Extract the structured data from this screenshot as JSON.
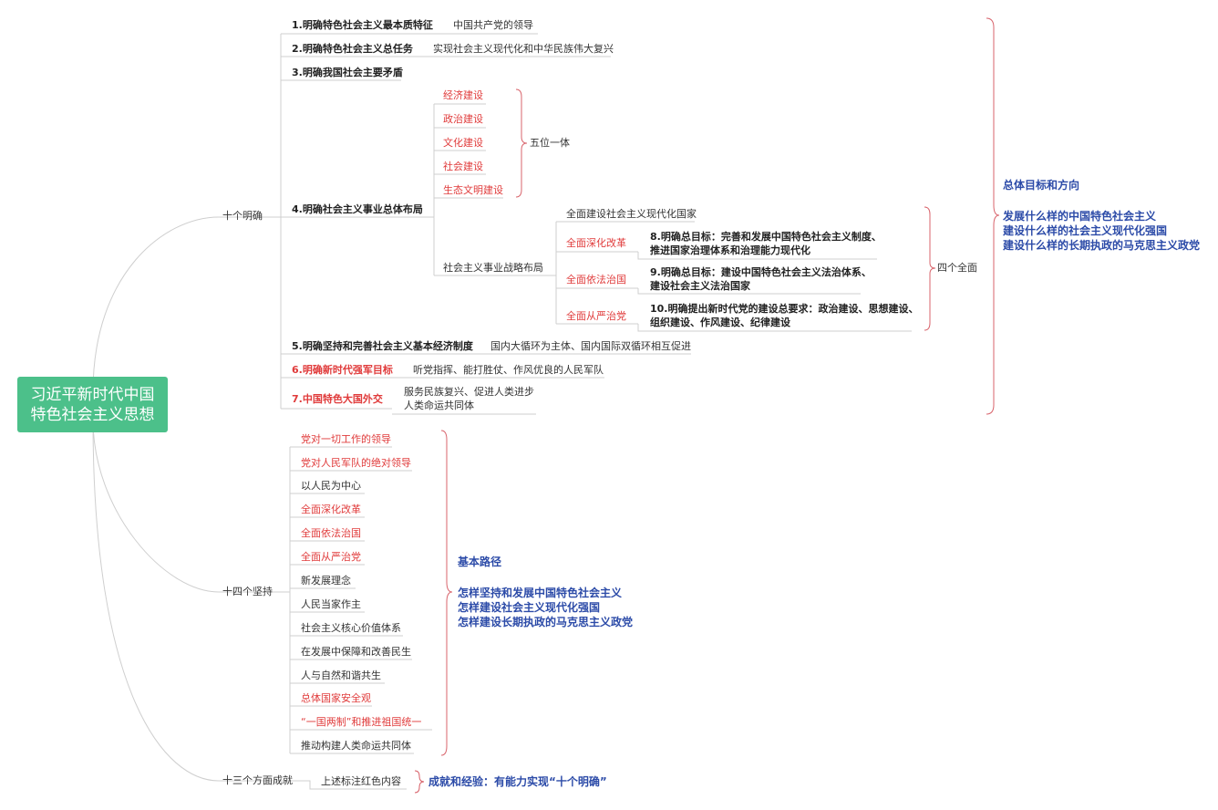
{
  "root": {
    "line1": "习近平新时代中国",
    "line2": "特色社会主义思想"
  },
  "branches": {
    "ten": "十个明确",
    "fourteen": "十四个坚持",
    "thirteen": "十三个方面成就"
  },
  "ten_items": {
    "m1": {
      "label": "1.明确特色社会主义最本质特征",
      "detail": "中国共产党的领导"
    },
    "m2": {
      "label": "2.明确特色社会主义总任务",
      "detail": "实现社会主义现代化和中华民族伟大复兴"
    },
    "m3": {
      "label": "3.明确我国社会主要矛盾"
    },
    "m4": {
      "label": "4.明确社会主义事业总体布局",
      "five": [
        "经济建设",
        "政治建设",
        "文化建设",
        "社会建设",
        "生态文明建设"
      ],
      "five_summary": "五位一体",
      "strategic": "社会主义事业战略布局",
      "four": [
        {
          "label": "全面建设社会主义现代化国家"
        },
        {
          "label": "全面深化改革",
          "detail1": "8.明确总目标：完善和发展中国特色社会主义制度、",
          "detail2": "推进国家治理体系和治理能力现代化"
        },
        {
          "label": "全面依法治国",
          "detail1": "9.明确总目标：建设中国特色社会主义法治体系、",
          "detail2": "建设社会主义法治国家"
        },
        {
          "label": "全面从严治党",
          "detail1": "10.明确提出新时代党的建设总要求：政治建设、思想建设、",
          "detail2": "组织建设、作风建设、纪律建设"
        }
      ],
      "four_summary": "四个全面"
    },
    "m5": {
      "label": "5.明确坚持和完善社会主义基本经济制度",
      "detail": "国内大循环为主体、国内国际双循环相互促进"
    },
    "m6": {
      "label": "6.明确新时代强军目标",
      "detail": "听党指挥、能打胜仗、作风优良的人民军队"
    },
    "m7": {
      "label": "7.中国特色大国外交",
      "detail1": "服务民族复兴、促进人类进步",
      "detail2": "人类命运共同体"
    }
  },
  "ten_summary": {
    "title": "总体目标和方向",
    "lines": [
      "发展什么样的中国特色社会主义",
      "建设什么样的社会主义现代化强国",
      "建设什么样的长期执政的马克思主义政党"
    ]
  },
  "fourteen_items": [
    {
      "text": "党对一切工作的领导",
      "red": true
    },
    {
      "text": "党对人民军队的绝对领导",
      "red": true
    },
    {
      "text": "以人民为中心",
      "red": false
    },
    {
      "text": "全面深化改革",
      "red": true
    },
    {
      "text": "全面依法治国",
      "red": true
    },
    {
      "text": "全面从严治党",
      "red": true
    },
    {
      "text": "新发展理念",
      "red": false
    },
    {
      "text": "人民当家作主",
      "red": false
    },
    {
      "text": "社会主义核心价值体系",
      "red": false
    },
    {
      "text": "在发展中保障和改善民生",
      "red": false
    },
    {
      "text": "人与自然和谐共生",
      "red": false
    },
    {
      "text": "总体国家安全观",
      "red": true
    },
    {
      "text": "“一国两制”和推进祖国统一",
      "red": true
    },
    {
      "text": "推动构建人类命运共同体",
      "red": false
    }
  ],
  "fourteen_summary": {
    "title": "基本路径",
    "lines": [
      "怎样坚持和发展中国特色社会主义",
      "怎样建设社会主义现代化强国",
      "怎样建设长期执政的马克思主义政党"
    ]
  },
  "thirteen_item": "上述标注红色内容",
  "thirteen_summary": "成就和经验：有能力实现“十个明确”",
  "colors": {
    "root": "#4cc08a",
    "red": "#e03b3b",
    "blue": "#2c4ba8",
    "line": "#cfcfcf",
    "brace_red": "#d8636b"
  }
}
